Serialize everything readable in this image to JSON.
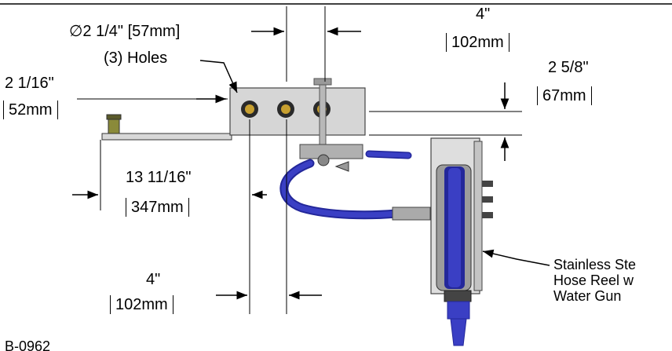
{
  "dimensions": {
    "hole_diameter_in": "2 1/4\"",
    "hole_diameter_mm": "[57mm]",
    "holes_note": "(3) Holes",
    "top_width_in": "4\"",
    "top_width_mm": "102mm",
    "height_in": "2 5/8\"",
    "height_mm": "67mm",
    "left_offset_in": "2 1/16\"",
    "left_offset_mm": "52mm",
    "length_in": "13 11/16\"",
    "length_mm": "347mm",
    "bottom_width_in": "4\"",
    "bottom_width_mm": "102mm"
  },
  "callout": {
    "line1": "Stainless Ste",
    "line2": "Hose Reel w",
    "line3": "Water Gun"
  },
  "part_number_fragment": "B-0962",
  "colors": {
    "hose": "#3a3fc4",
    "hose_dark": "#23279a",
    "metal": "#c9c9c9",
    "metal_dark": "#8a8a8a"
  }
}
